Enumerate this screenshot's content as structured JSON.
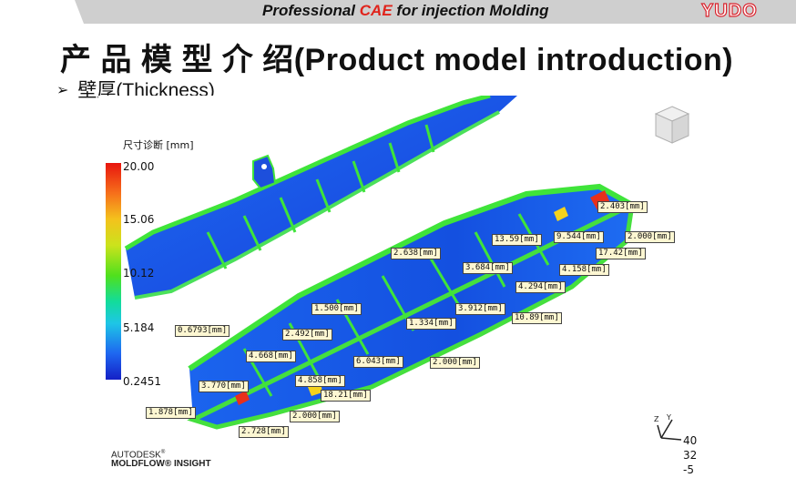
{
  "header": {
    "title_pre": "Professional ",
    "title_accent": "CAE",
    "title_post": " for injection Molding",
    "brand": "YUDO",
    "accent_color": "#e0231b",
    "bar_color": "#cfcfcf"
  },
  "page": {
    "title": "产 品 模 型 介 绍(Product model introduction)",
    "bullet": "壁厚(Thickness)"
  },
  "legend": {
    "title": "尺寸诊断 [mm]",
    "ticks": [
      "20.00",
      "15.06",
      "10.12",
      "5.184",
      "0.2451"
    ]
  },
  "annotations": [
    "2.403[mm]",
    "2.000[mm]",
    "13.59[mm]",
    "9.544[mm]",
    "17.42[mm]",
    "2.638[mm]",
    "3.684[mm]",
    "4.158[mm]",
    "4.294[mm]",
    "1.500[mm]",
    "3.912[mm]",
    "10.89[mm]",
    "1.334[mm]",
    "0.6793[mm]",
    "2.492[mm]",
    "4.668[mm]",
    "6.043[mm]",
    "2.000[mm]",
    "4.858[mm]",
    "3.770[mm]",
    "18.21[mm]",
    "1.878[mm]",
    "2.000[mm]",
    "2.728[mm]"
  ],
  "branding": {
    "vendor": "AUTODESK",
    "vendor_mark": "®",
    "product": "MOLDFLOW® INSIGHT"
  },
  "axes": {
    "y_label": "Y",
    "z_label": "Z",
    "readouts": [
      "40",
      "32",
      "-5"
    ]
  },
  "view_cube_icon": "view-cube-icon",
  "axis_icon": "axis-triad-icon"
}
